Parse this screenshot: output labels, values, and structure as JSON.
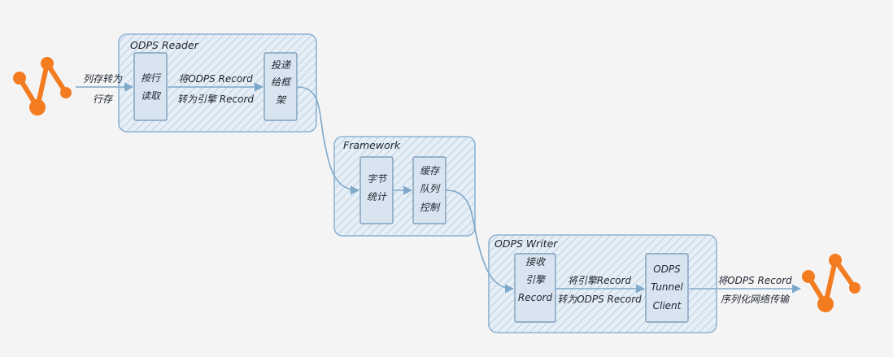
{
  "colors": {
    "background": "#f4f4f5",
    "box_stroke": "#8fb4d2",
    "box_fill": "#e3edf6",
    "hatch": "#b9cfe3",
    "arrow": "#7ea8c9",
    "icon": "#f47c20",
    "text": "#1f2430"
  },
  "icons": [
    "odps-source-icon",
    "odps-target-icon"
  ],
  "groups": {
    "reader": {
      "title": "ODPS Reader"
    },
    "framework": {
      "title": "Framework"
    },
    "writer": {
      "title": "ODPS Writer"
    }
  },
  "nodes": {
    "read_by_row": {
      "lines": [
        "按行",
        "读取"
      ]
    },
    "deliver": {
      "lines": [
        "投递",
        "给框",
        "架"
      ]
    },
    "byte_stats": {
      "lines": [
        "字节",
        "统计"
      ]
    },
    "buffer_queue": {
      "lines": [
        "缓存",
        "队列",
        "控制"
      ]
    },
    "receive": {
      "lines": [
        "接收",
        "引擎",
        "Record"
      ]
    },
    "tunnel_client": {
      "lines": [
        "ODPS",
        "Tunnel",
        "Client"
      ]
    }
  },
  "edges": {
    "source_to_read": {
      "lines": [
        "列存转为",
        "行存"
      ]
    },
    "read_to_deliver": {
      "lines": [
        "将ODPS Record",
        "转为引擎 Record"
      ]
    },
    "receive_to_tunnel": {
      "lines": [
        "将引擎Record",
        "转为ODPS Record"
      ]
    },
    "tunnel_to_target": {
      "lines": [
        "将ODPS Record",
        "序列化网络传输"
      ]
    }
  }
}
